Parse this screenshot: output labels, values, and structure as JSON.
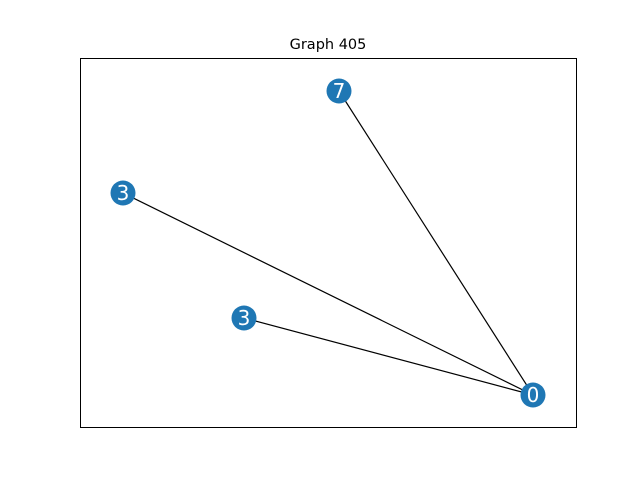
{
  "title": "Graph 405",
  "colors": {
    "node_fill": "#1f77b4",
    "node_label": "#ffffff",
    "edge": "#000000",
    "background": "#ffffff"
  },
  "nodes": [
    {
      "id": "n1",
      "label": "7"
    },
    {
      "id": "n2",
      "label": "3"
    },
    {
      "id": "n3",
      "label": "3"
    },
    {
      "id": "n4",
      "label": "0"
    }
  ],
  "edges": [
    {
      "source": "n1",
      "target": "n4"
    },
    {
      "source": "n2",
      "target": "n4"
    },
    {
      "source": "n3",
      "target": "n4"
    }
  ]
}
